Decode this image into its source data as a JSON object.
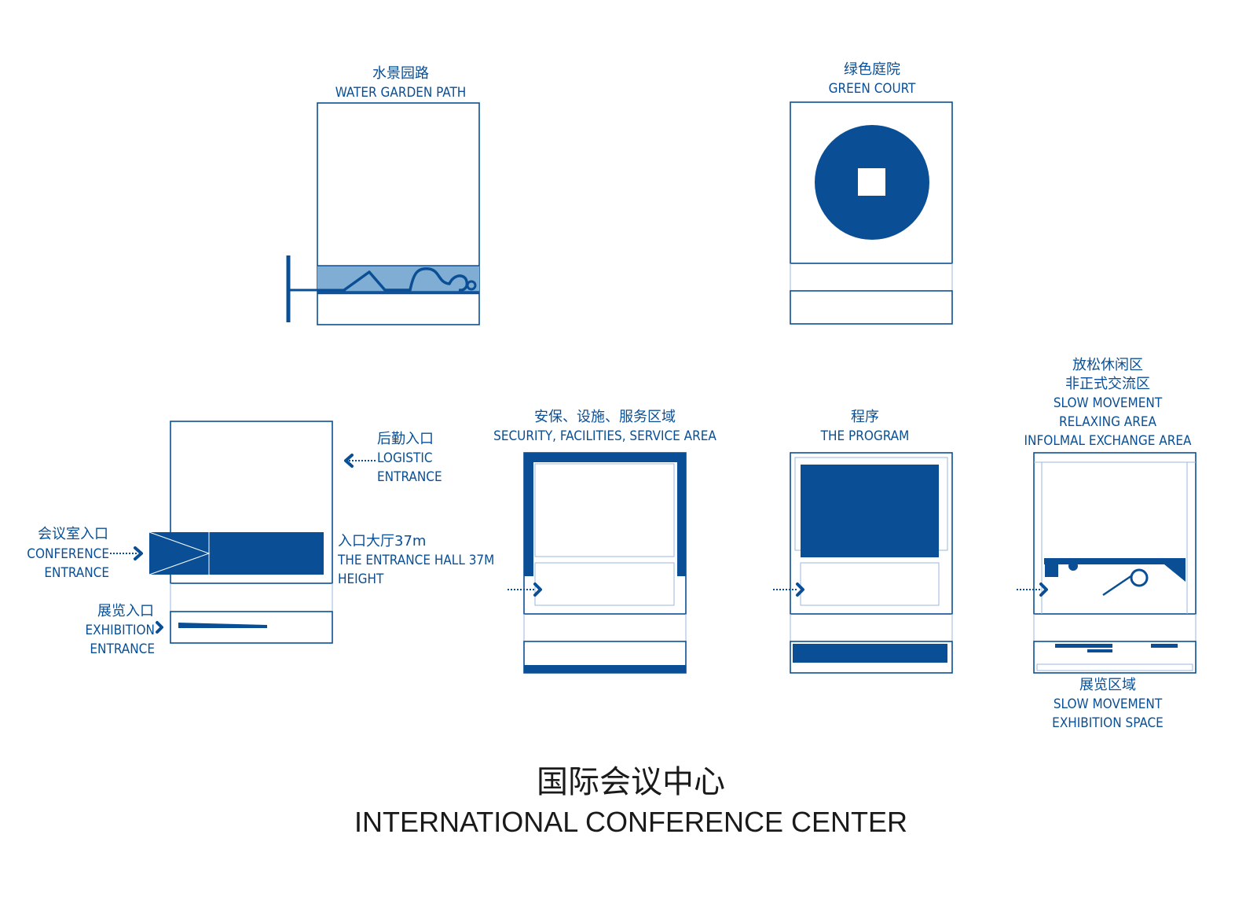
{
  "colors": {
    "primary": "#0a4f95",
    "light": "#7fadd3",
    "faint": "#9ab9dc",
    "title": "#1a1a1a"
  },
  "water": {
    "cn": "水景园路",
    "en": "WATER GARDEN PATH"
  },
  "green": {
    "cn": "绿色庭院",
    "en": "GREEN COURT"
  },
  "entrance": {
    "logistic_cn": "后勤入口",
    "logistic_en1": "LOGISTIC",
    "logistic_en2": "ENTRANCE",
    "conf_cn": "会议室入口",
    "conf_en1": "CONFERENCE",
    "conf_en2": "ENTRANCE",
    "hall_cn": "入口大厅37m",
    "hall_en1": "THE ENTRANCE HALL 37M",
    "hall_en2": "HEIGHT",
    "exhib_cn": "展览入口",
    "exhib_en1": "EXHIBITION",
    "exhib_en2": "ENTRANCE"
  },
  "security": {
    "cn": "安保、设施、服务区域",
    "en": "SECURITY, FACILITIES, SERVICE AREA"
  },
  "program": {
    "cn": "程序",
    "en": "THE PROGRAM"
  },
  "relax": {
    "cn1": "放松休闲区",
    "cn2": "非正式交流区",
    "en1": "SLOW MOVEMENT",
    "en2": "RELAXING AREA",
    "en3": "INFOLMAL EXCHANGE AREA",
    "bottom_cn": "展览区域",
    "bottom_en1": "SLOW MOVEMENT",
    "bottom_en2": "EXHIBITION SPACE"
  },
  "title": {
    "cn": "国际会议中心",
    "en": "INTERNATIONAL CONFERENCE CENTER"
  }
}
